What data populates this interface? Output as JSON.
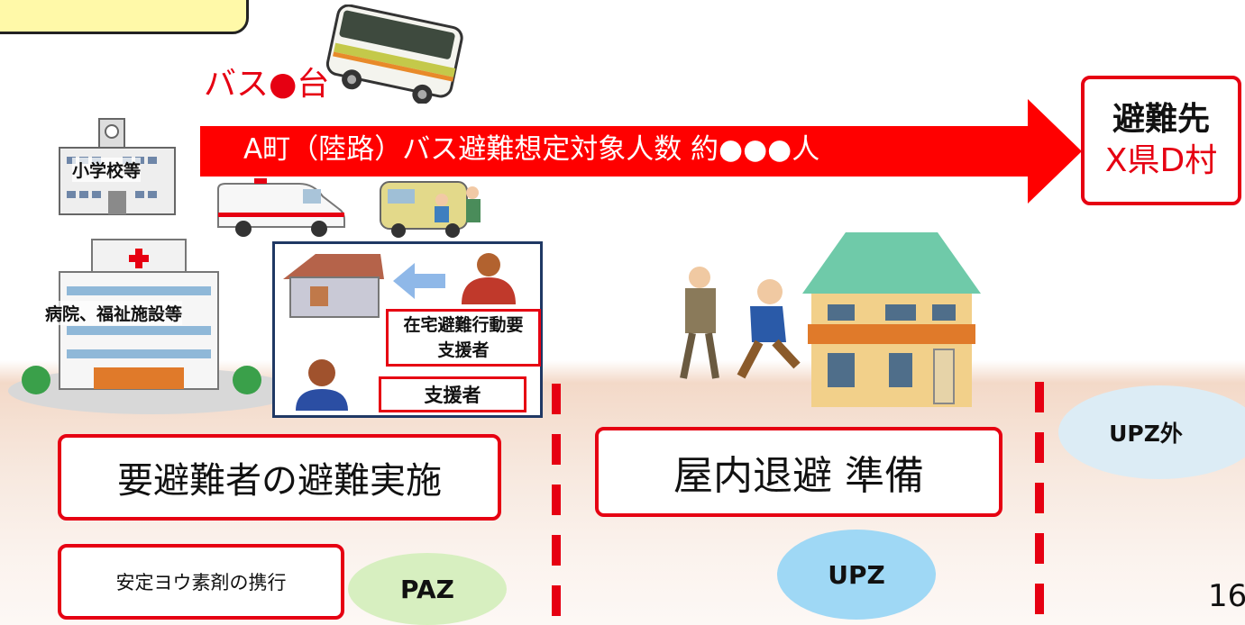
{
  "bus_label": "バス●台",
  "arrow_text": "A町（陸路）バス避難想定対象人数 約●●●人",
  "destination": {
    "line1": "避難先",
    "line2": "X県D村"
  },
  "school_label": "小学校等",
  "hospital_label": "病院、福祉施設等",
  "home_support_label": "在宅避難行動要支援者",
  "supporter_label": "支援者",
  "paz_action": "要避難者の避難実施",
  "iodine_label": "安定ヨウ素剤の携行",
  "paz_zone": "PAZ",
  "upz_action": "屋内退避 準備",
  "upz_zone": "UPZ",
  "outside_zone": "UPZ外",
  "page_number": "16",
  "colors": {
    "accent_red": "#e60012",
    "paz_green": "#d7efc0",
    "upz_blue": "#9fd8f5",
    "outside_blue": "#dcecf5"
  }
}
